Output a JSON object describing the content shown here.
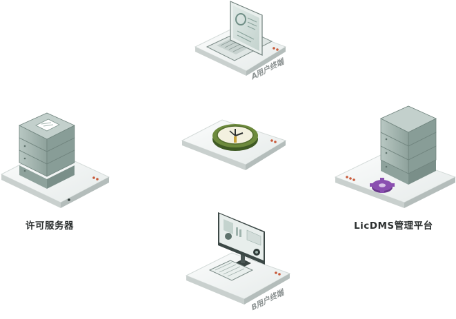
{
  "nodes": {
    "top_terminal": {
      "label": "A用户终端",
      "icon": "laptop-icon"
    },
    "bottom_terminal": {
      "label": "B用户终端",
      "icon": "desktop-monitor-icon"
    },
    "license_server": {
      "label": "许可服务器",
      "icon": "server-stack-icon"
    },
    "platform": {
      "label": "LicDMS管理平台",
      "icon": "server-gear-icon"
    },
    "center": {
      "icon": "clock-icon"
    }
  },
  "colors": {
    "platform_top": "#f1f4f3",
    "platform_side": "#c9d0ce",
    "platform_edge": "#2f3a38",
    "server_body": "#a9bab4",
    "server_dark": "#7f958e",
    "clock_ring": "#6d8a3c",
    "clock_face": "#f3f1df",
    "gear": "#8a4fb0",
    "indicator": "#c85a3a"
  }
}
